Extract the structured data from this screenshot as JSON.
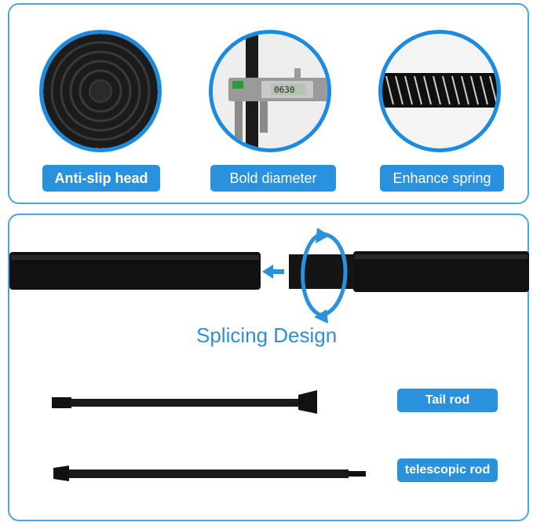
{
  "features": [
    {
      "label": "Anti-slip head"
    },
    {
      "label": "Bold diameter"
    },
    {
      "label": "Enhance spring"
    }
  ],
  "caliper": {
    "reading": "0630"
  },
  "splicing": {
    "title": "Splicing Design"
  },
  "rods": [
    {
      "label": "Tail rod"
    },
    {
      "label": "telescopic rod"
    }
  ],
  "colors": {
    "accent": "#2a91dd",
    "border": "#4aa6df",
    "rod": "#111111"
  }
}
